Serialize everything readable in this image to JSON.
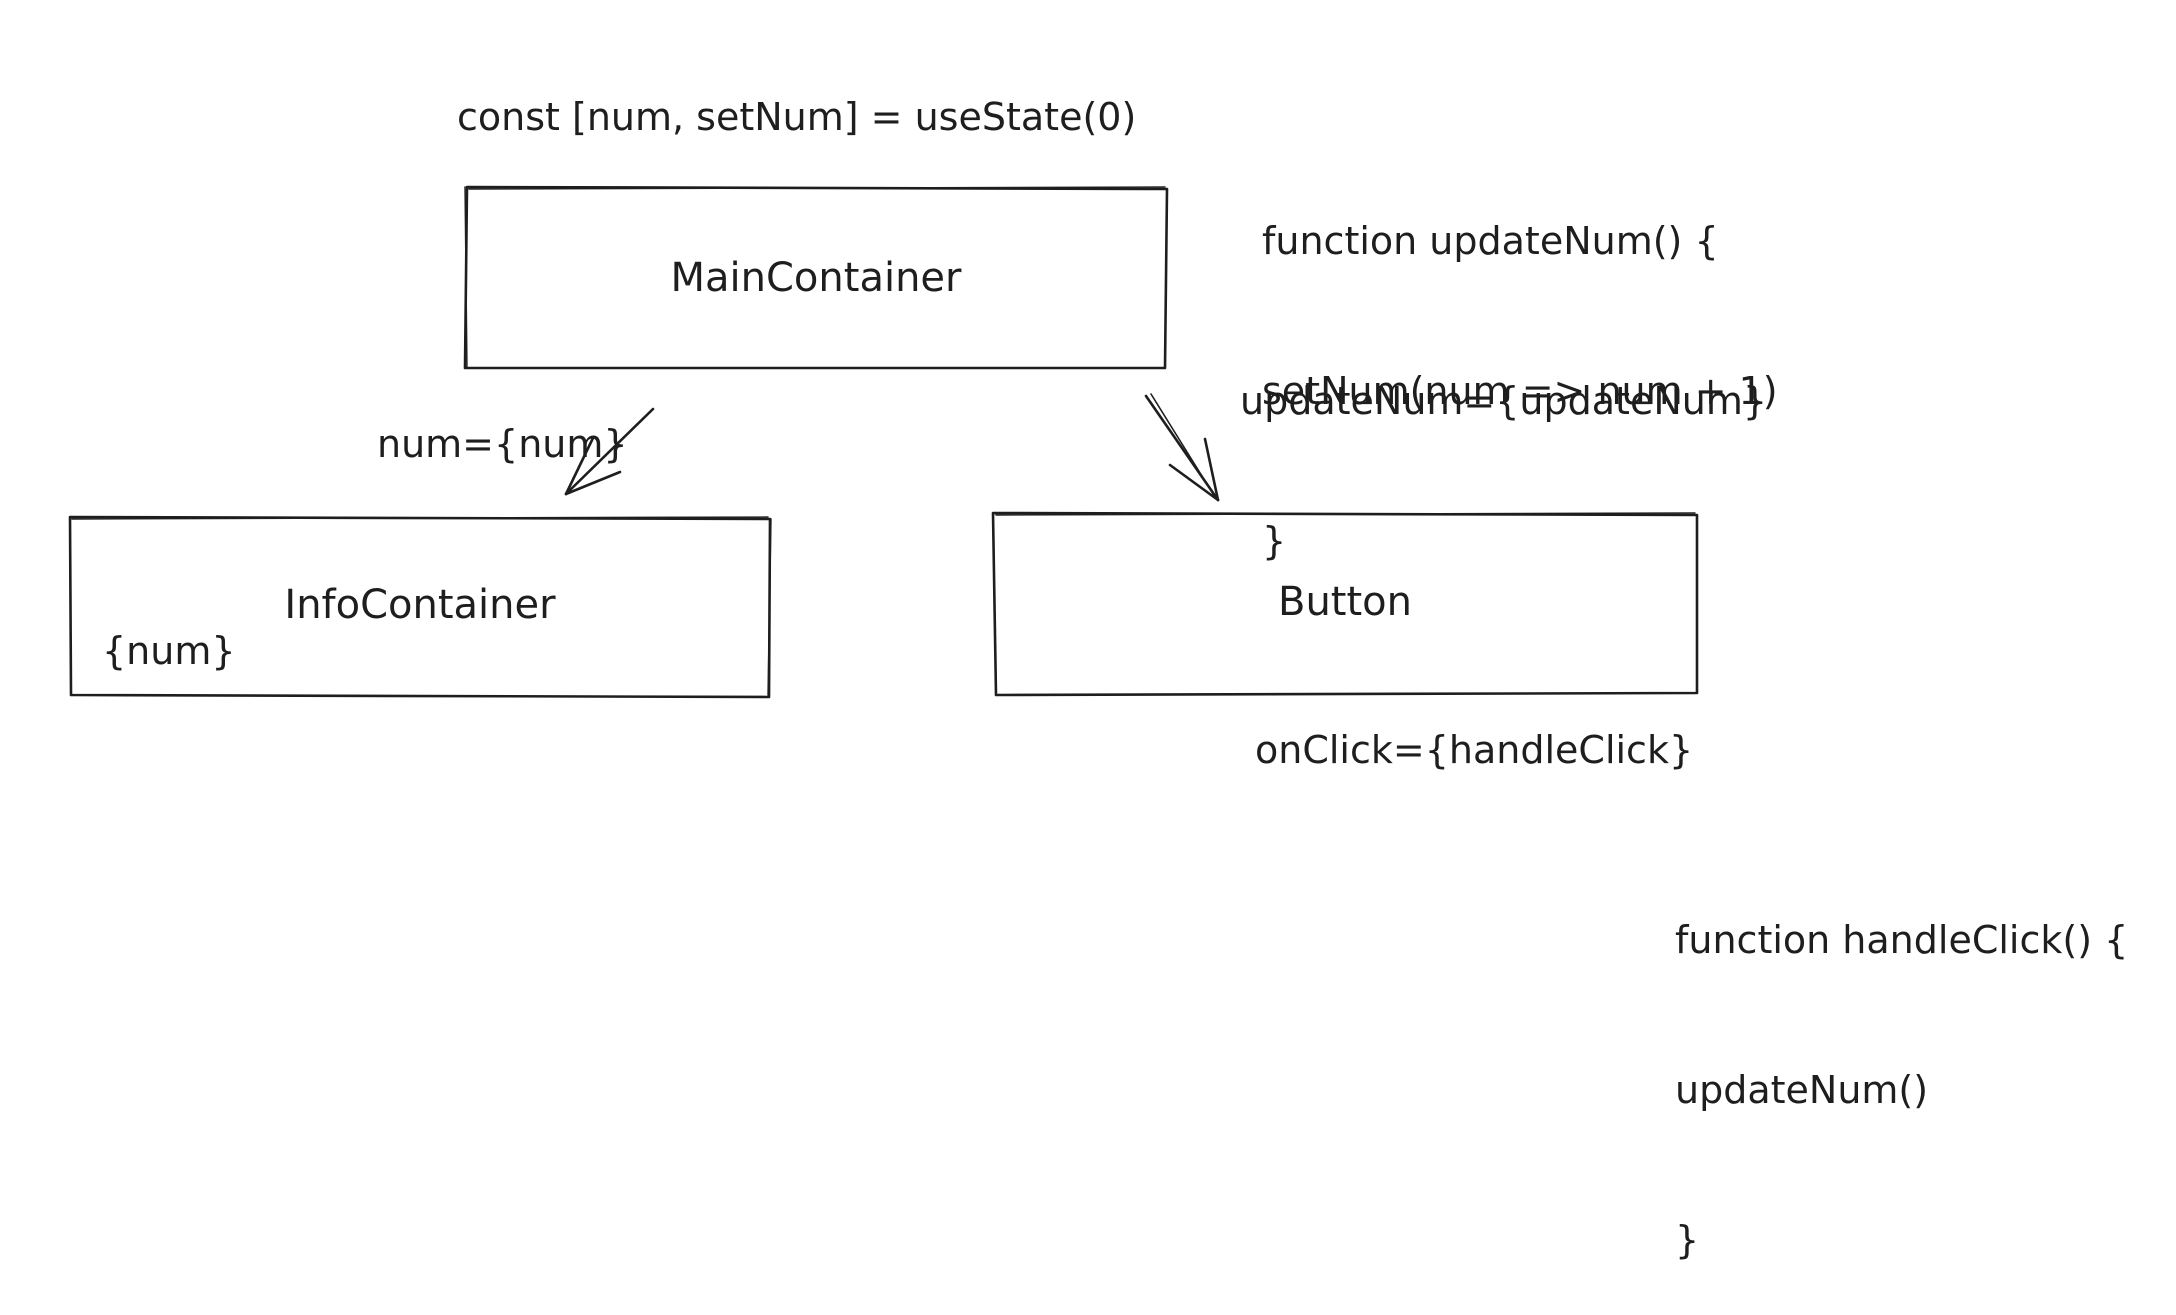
{
  "nodes": {
    "main": {
      "label": "MainContainer"
    },
    "info": {
      "label": "InfoContainer",
      "content": "{num}"
    },
    "button": {
      "label": "Button"
    }
  },
  "annotations": {
    "state_decl": "const [num, setNum] = useState(0)",
    "update_fn": [
      "function updateNum() {",
      "setNum(num => num + 1)",
      "}"
    ],
    "num_prop": "num={num}",
    "update_prop": "updateNum={updateNum}",
    "onclick_prop": "onClick={handleClick}",
    "handle_fn": [
      "function handleClick() {",
      "updateNum()",
      "}"
    ]
  },
  "style": {
    "stroke": "#1e1e1e",
    "background": "#ffffff"
  }
}
